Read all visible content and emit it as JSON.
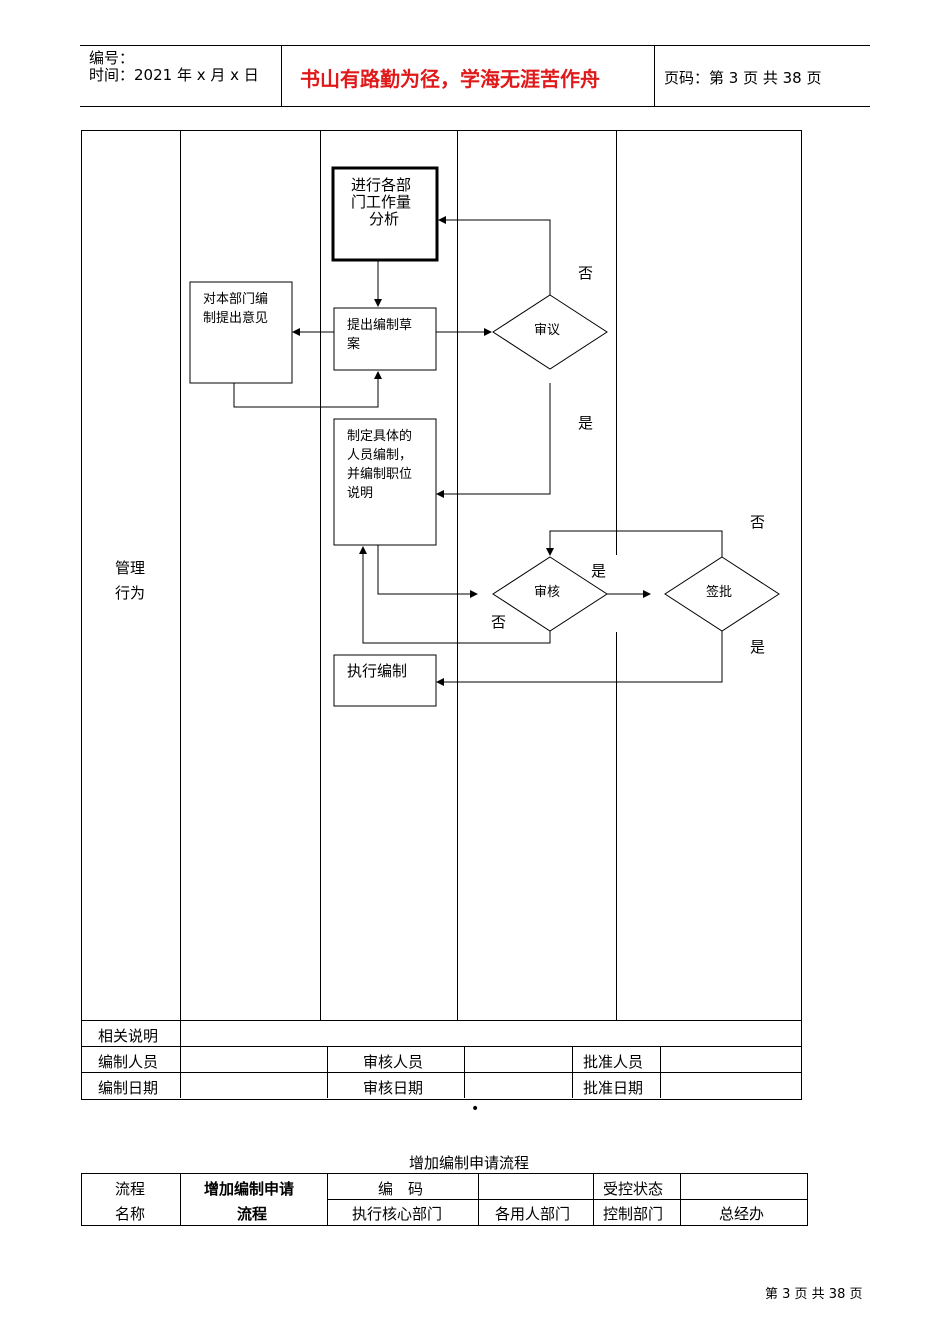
{
  "header": {
    "code_label": "编号：",
    "date_label": "时间：2021 年 x 月 x 日",
    "motto": "书山有路勤为径，学海无涯苦作舟",
    "page_label": "页码：第 3 页 共 38 页",
    "motto_color": "#e0191a"
  },
  "flow": {
    "lane_label": [
      "管理",
      "行为"
    ],
    "box_analyze": [
      "进行各部",
      "门工作量",
      "分析"
    ],
    "box_opinion": [
      "对本部门编",
      "制提出意见"
    ],
    "box_draft": [
      "提出编制草",
      "案"
    ],
    "box_specify": [
      "制定具体的",
      "人员编制，",
      "并编制职位",
      "说明"
    ],
    "box_execute": "执行编制",
    "diamond_review": "审议",
    "diamond_audit": "审核",
    "diamond_sign": "签批",
    "no": "否",
    "yes": "是"
  },
  "footer_table": {
    "related": "相关说明",
    "row1": [
      "编制人员",
      "审核人员",
      "批准人员"
    ],
    "row2": [
      "编制日期",
      "审核日期",
      "批准日期"
    ]
  },
  "bullet": "•",
  "section_title": "增加编制申请流程",
  "proc_table": {
    "name_label": [
      "流程",
      "名称"
    ],
    "name_value": [
      "增加编制申请",
      "流程"
    ],
    "code_label": "编　码",
    "control_status": "受控状态",
    "exec_dept": "执行核心部门",
    "backup_dept": "各用人部门",
    "control_dept": "控制部门",
    "control_value": "总经办"
  },
  "page_footer": "第 3 页 共 38 页"
}
